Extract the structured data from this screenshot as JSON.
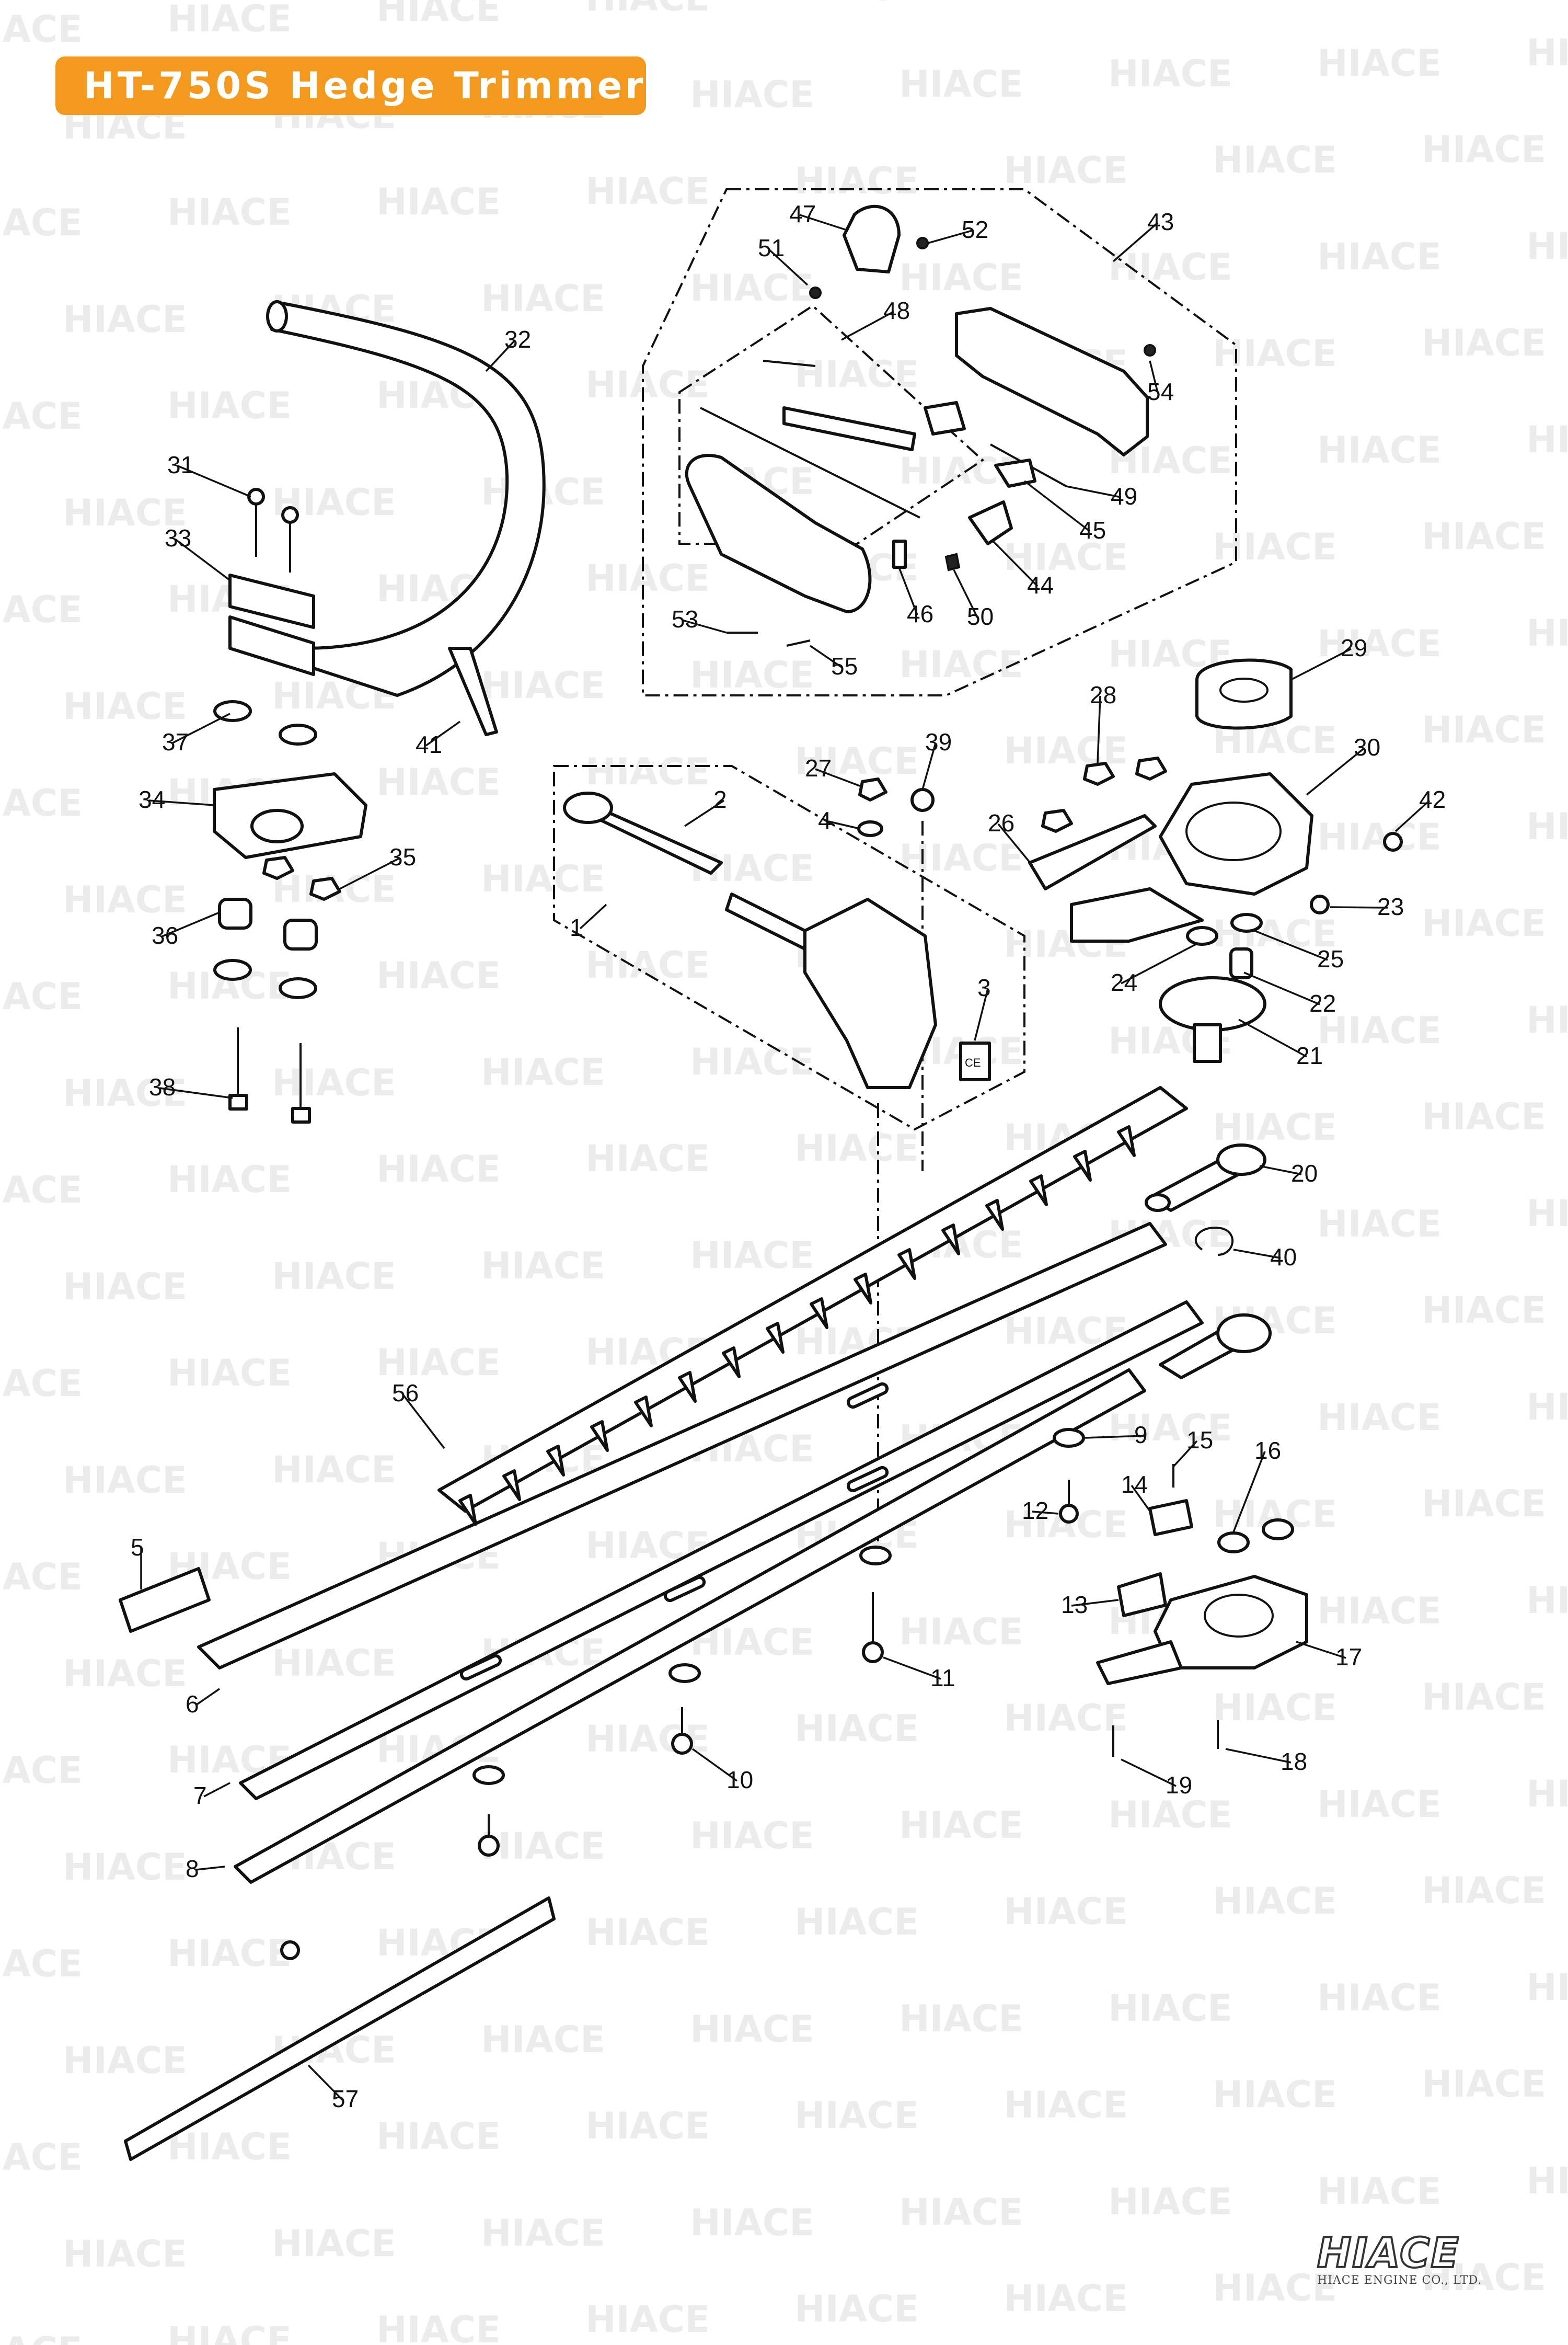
{
  "title": "HT-750S Hedge Trimmer",
  "watermark_text": "HIACE",
  "logo": {
    "mark": "HIACE",
    "company": "HIACE ENGINE CO., LTD."
  },
  "colors": {
    "badge": "#f39a1e",
    "badge_text": "#ffffff",
    "line": "#111111",
    "watermark": "#ececec"
  },
  "callouts": [
    "1",
    "2",
    "3",
    "4",
    "5",
    "6",
    "7",
    "8",
    "9",
    "10",
    "11",
    "12",
    "13",
    "14",
    "15",
    "16",
    "17",
    "18",
    "19",
    "20",
    "21",
    "22",
    "23",
    "24",
    "25",
    "26",
    "27",
    "28",
    "29",
    "30",
    "31",
    "32",
    "33",
    "34",
    "35",
    "36",
    "37",
    "38",
    "39",
    "40",
    "41",
    "42",
    "43",
    "44",
    "45",
    "46",
    "47",
    "48",
    "49",
    "50",
    "51",
    "52",
    "53",
    "54",
    "55",
    "56",
    "57"
  ]
}
